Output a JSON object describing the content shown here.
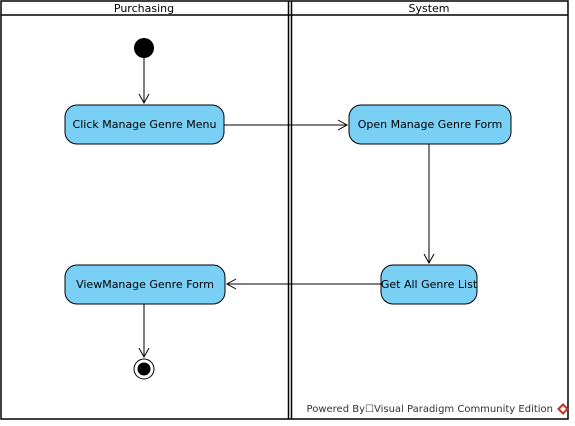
{
  "swimlanes": [
    {
      "title": "Purchasing"
    },
    {
      "title": "System"
    }
  ],
  "actions": [
    {
      "label": "Click Manage Genre Menu",
      "lane": "Purchasing"
    },
    {
      "label": "Open Manage Genre Form",
      "lane": "System"
    },
    {
      "label": "Get All Genre List",
      "lane": "System"
    },
    {
      "label": "ViewManage Genre Form",
      "lane": "Purchasing"
    }
  ],
  "flows": [
    {
      "from": "initial",
      "to": "Click Manage Genre Menu"
    },
    {
      "from": "Click Manage Genre Menu",
      "to": "Open Manage Genre Form"
    },
    {
      "from": "Open Manage Genre Form",
      "to": "Get All Genre List"
    },
    {
      "from": "Get All Genre List",
      "to": "ViewManage Genre Form"
    },
    {
      "from": "ViewManage Genre Form",
      "to": "final"
    }
  ],
  "colors": {
    "action_fill": "#7acff5",
    "action_stroke": "#000000",
    "lane_stroke": "#000000",
    "node_fill": "#000000",
    "watermark_icon": "#c0392b"
  },
  "watermark": {
    "text": "Powered By☐Visual Paradigm Community Edition"
  }
}
